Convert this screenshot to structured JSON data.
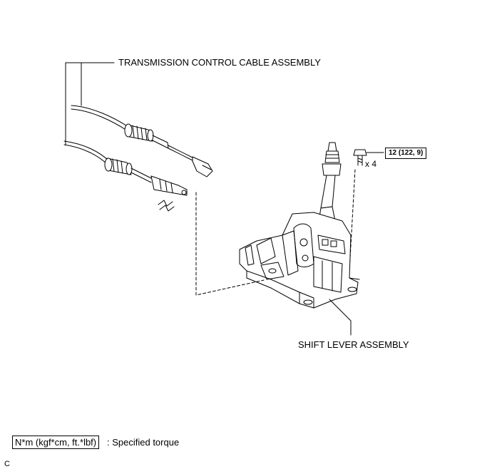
{
  "labels": {
    "cable": "TRANSMISSION CONTROL CABLE ASSEMBLY",
    "shift_lever": "SHIFT LEVER ASSEMBLY"
  },
  "torque": {
    "value": "12 (122, 9)",
    "quantity": "x 4"
  },
  "legend": {
    "unit_box": "N*m (kgf*cm, ft.*lbf)",
    "description": ": Specified torque"
  },
  "footer": {
    "code": "C"
  }
}
